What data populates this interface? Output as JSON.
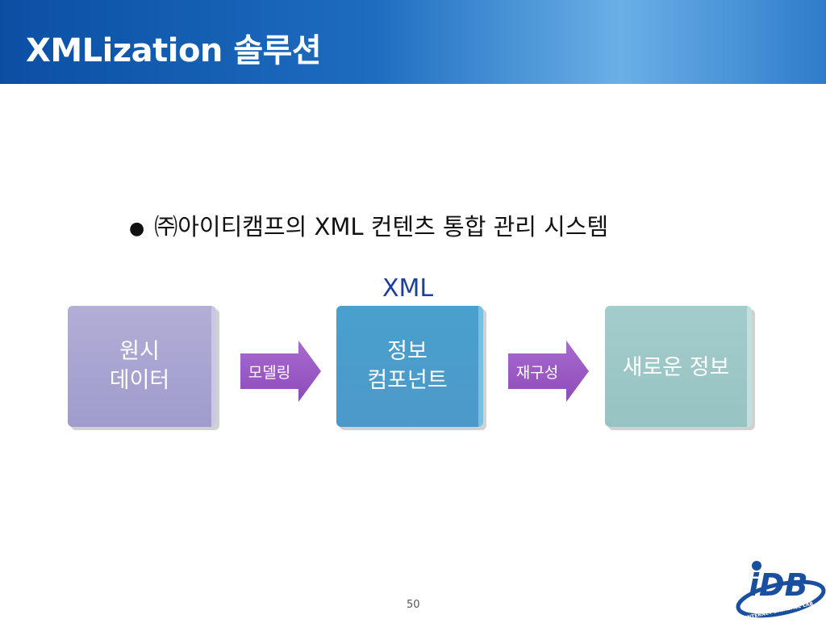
{
  "slide": {
    "title": "XMLization 솔루션",
    "bullet": "㈜아이티캠프의 XML 컨텐츠 통합 관리 시스템",
    "page_number": "50"
  },
  "diagram": {
    "top_label": "XML",
    "boxes": [
      {
        "line1": "원시",
        "line2": "데이터",
        "color": "#a29ecf"
      },
      {
        "line1": "정보",
        "line2": "컴포넌트",
        "color": "#4b9dca"
      },
      {
        "line1": "새로운 정보",
        "line2": "",
        "color": "#9cc7c7"
      }
    ],
    "arrows": [
      {
        "label": "모델링",
        "color": "#9b59c2"
      },
      {
        "label": "재구성",
        "color": "#9b59c2"
      }
    ]
  },
  "logo": {
    "text": "iDB",
    "ring_text": "INTERNET DATABASE LAB"
  }
}
